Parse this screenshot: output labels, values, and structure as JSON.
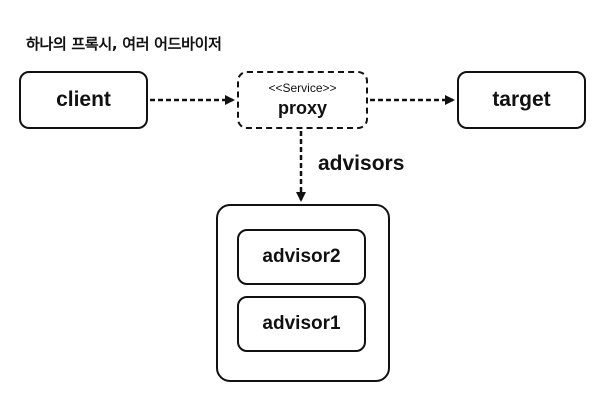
{
  "title": "하나의 프록시, 여러 어드바이저",
  "nodes": {
    "client": "client",
    "proxy_stereotype": "<<Service>>",
    "proxy": "proxy",
    "target": "target",
    "advisor2": "advisor2",
    "advisor1": "advisor1"
  },
  "edge_labels": {
    "advisors": "advisors"
  }
}
